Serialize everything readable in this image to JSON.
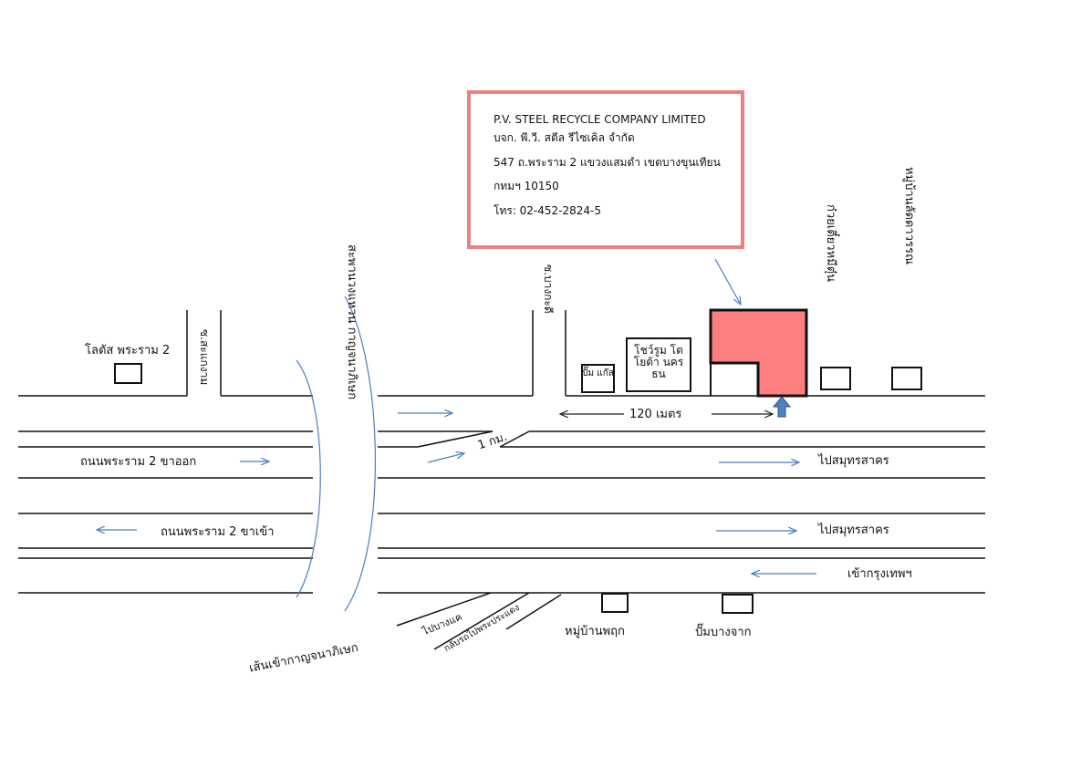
{
  "info_box": {
    "company_en": "P.V. STEEL RECYCLE COMPANY LIMITED",
    "company_th": "บจก. พี.วี. สตีล รีไซเคิล จำกัด",
    "address_line1": "547 ถ.พระราม 2 แขวงแสมดำ เขตบางขุนเทียน",
    "address_line2": "กทมฯ 10150",
    "phone": "โทร: 02-452-2824-5"
  },
  "landmarks": {
    "lotus": "โลตัส พระราม 2",
    "soi_sakaengam": "ซ.สะแกงาม",
    "soi_bangkradi": "ซ.บางกะดี",
    "kanchana_bridge": "สะพานวงแหวน กาญจนาภิเษก",
    "kuay_teow": "ก๋วยเตี๋ยวหมีตุ๋น",
    "village_latdawan": "หมู่บ้านลัดดาวรรณ",
    "gas_station": "ปั๊ม แก๊ส",
    "toyota_showroom": "โชว์รูม โตโยต้า นครธน",
    "village_phruek": "หมู่บ้านพฤก",
    "pump_bangchak": "ปั๊มบางจาก"
  },
  "roads": {
    "outbound": "ถนนพระราม 2 ขาออก",
    "inbound": "ถนนพระราม 2 ขาเข้า",
    "to_samut_sakhon_1": "ไปสมุทรสาคร",
    "to_samut_sakhon_2": "ไปสมุทรสาคร",
    "to_bangkok": "เข้ากรุงเทพฯ",
    "distance_1km": "1 กม.",
    "distance_120m": "120 เมตร",
    "to_bangkae": "ไปบางแค",
    "u_turn_pradaeng": "กลับรถไปพระประแดง",
    "kanchana_entrance": "เส้นเข้ากาญจนาภิเษก"
  },
  "colors": {
    "target": "#fd8080",
    "info_border": "#ec8080",
    "arrow_blue": "#4a7ebb",
    "marker_blue": "#4f81bd"
  }
}
